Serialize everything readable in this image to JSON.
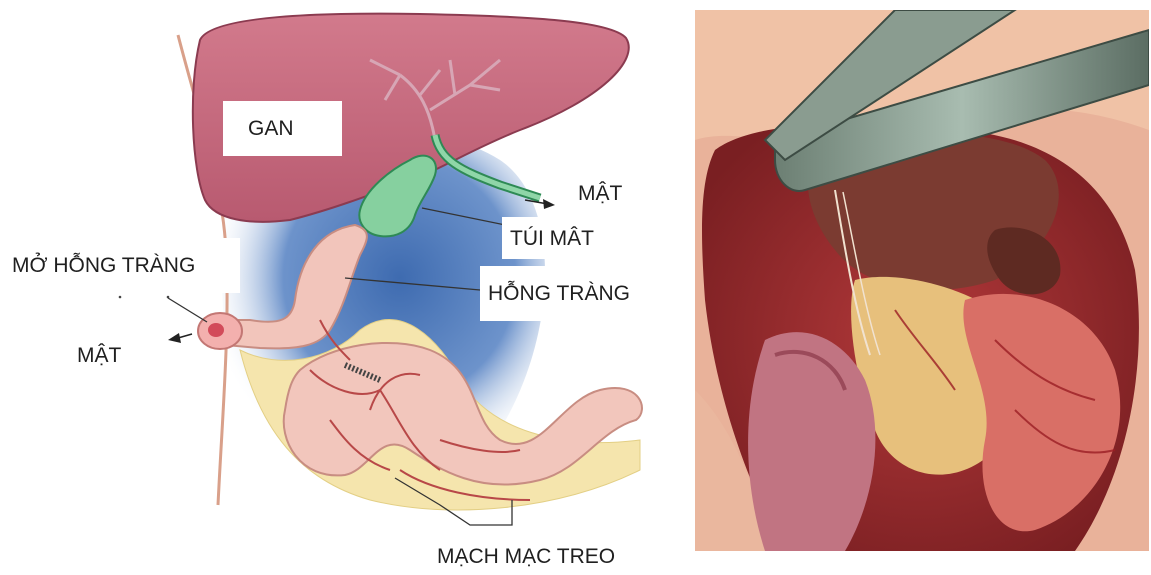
{
  "labels": {
    "liver": "GAN",
    "bile_duct_right": "MẬT",
    "gallbladder": "TÚI MÂT",
    "jejunum": "HỖNG TRÀNG",
    "jejunostomy": "MỞ HỖNG TRÀNG",
    "bile_left": "MẬT",
    "mesenteric_vessels": "MẠCH MẠC TREO"
  },
  "colors": {
    "liver": "#c86a7e",
    "gallbladder": "#7fc99a",
    "intestine": "#f2c6bc",
    "mesentery": "#f3e2a8",
    "background_shade": "#4c79b9",
    "vessel": "#b84848"
  },
  "icons": {
    "arrow_right": "arrow-right-icon",
    "arrow_left": "arrow-left-icon"
  }
}
